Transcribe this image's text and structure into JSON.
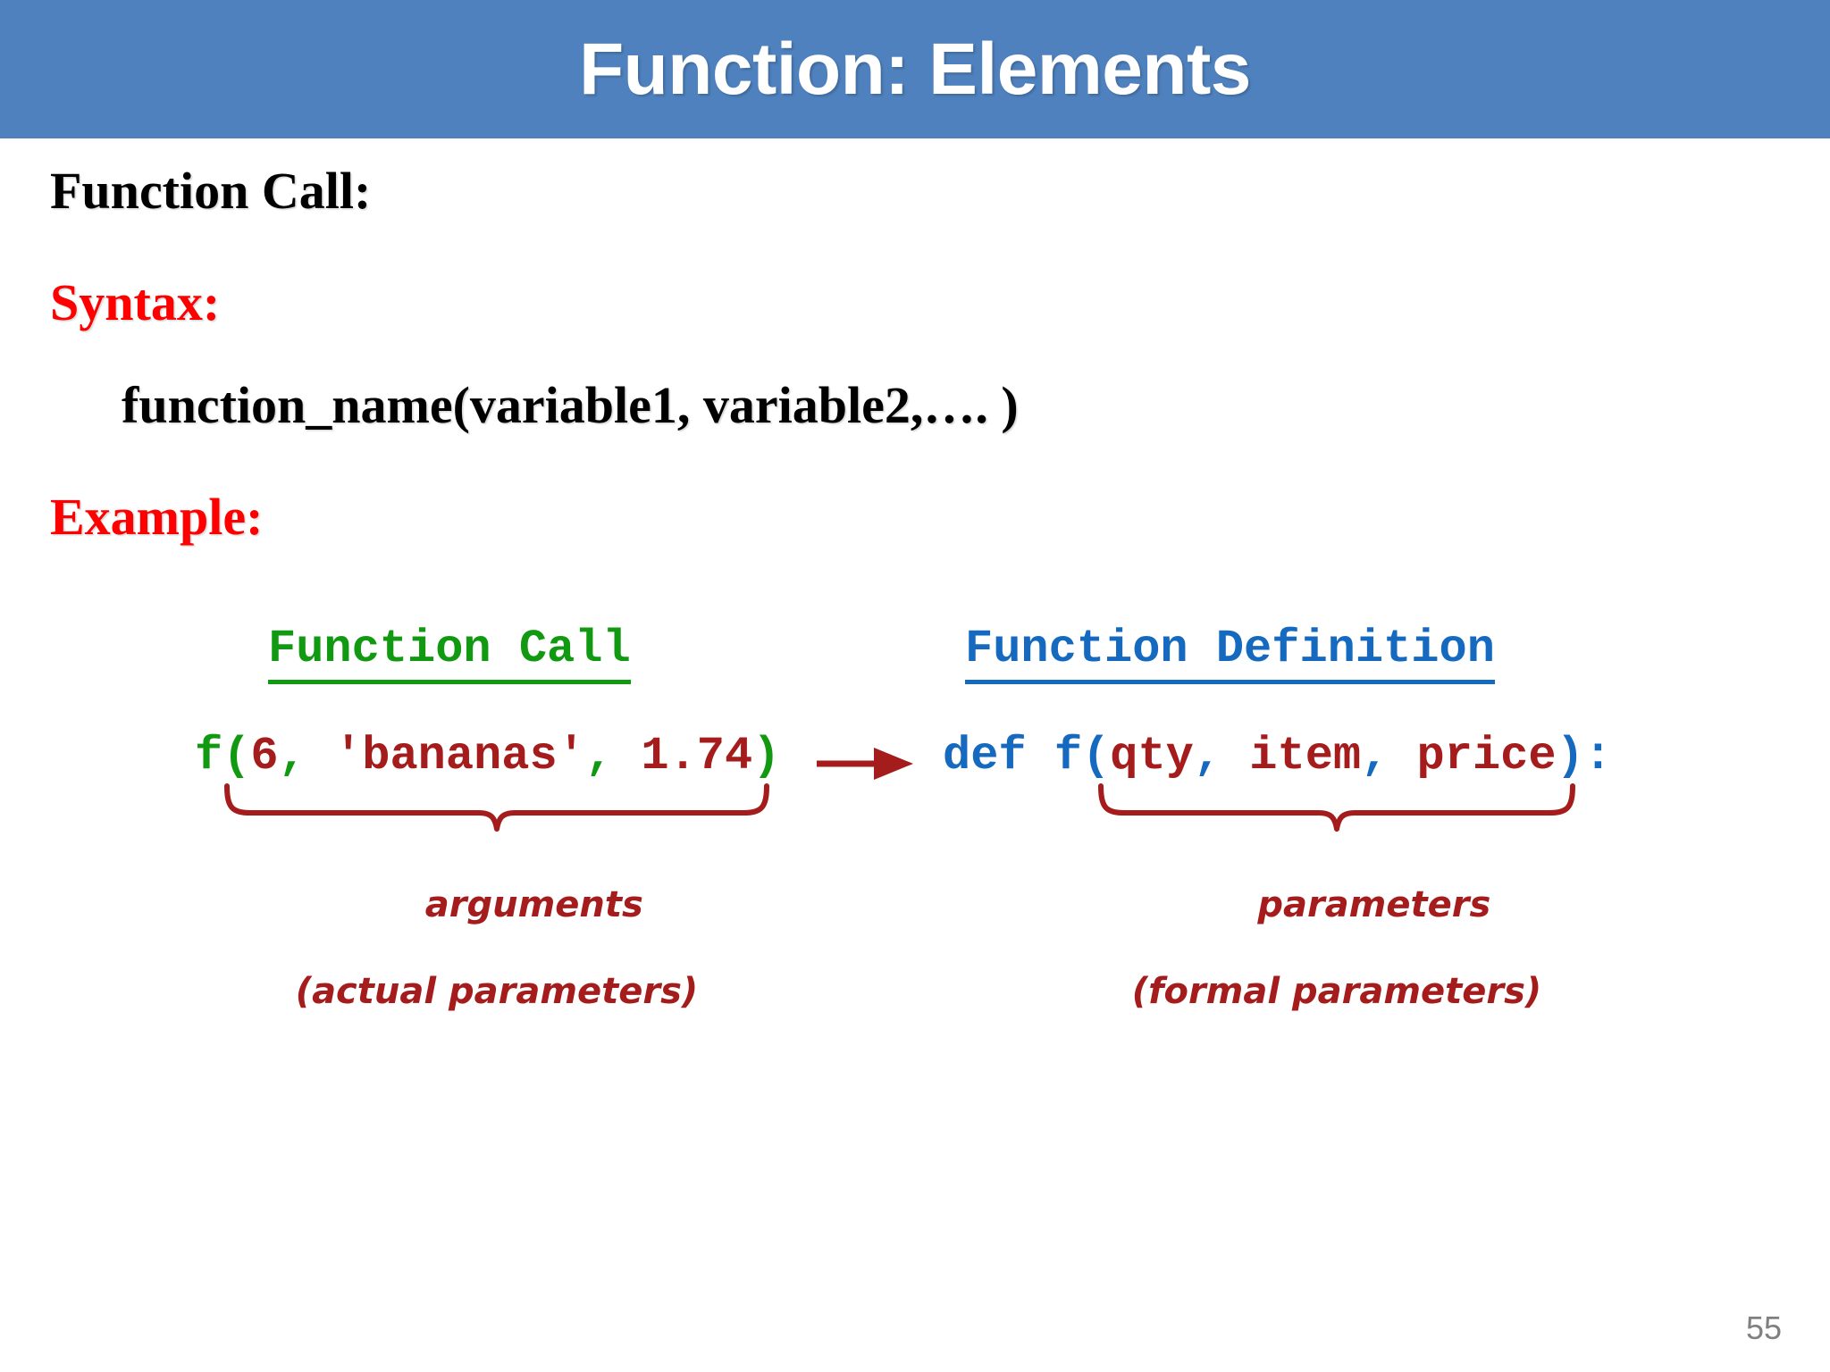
{
  "slide": {
    "title": "Function: Elements",
    "title_bar_color": "#4E81BD",
    "background_color": "#FFFFFF",
    "page_number": "55"
  },
  "body": {
    "heading": "Function Call:",
    "heading_color": "#000000",
    "syntax_label": "Syntax:",
    "syntax_label_color": "#FF0000",
    "syntax_body": "function_name(variable1, variable2,…. )",
    "syntax_body_color": "#000000",
    "example_label": "Example:",
    "example_label_color": "#FF0000"
  },
  "diagram": {
    "call": {
      "heading": "Function Call",
      "heading_color": "#119911",
      "code": {
        "t1": "f(",
        "t2": "6",
        "t3": ", ",
        "t4": "'bananas'",
        "t5": ", ",
        "t6": "1.74",
        "t7": ")"
      },
      "annotation": "arguments",
      "annotation_sub": "(actual parameters)",
      "annotation_color": "#A51C1C"
    },
    "definition": {
      "heading": "Function Definition",
      "heading_color": "#1569BF",
      "code": {
        "t1": "def f(",
        "t2": "qty",
        "t3": ", ",
        "t4": "item",
        "t5": ", ",
        "t6": "price",
        "t7": "):"
      },
      "annotation": "parameters",
      "annotation_sub": "(formal parameters)",
      "annotation_color": "#A51C1C"
    },
    "arrow_color": "#A51C1C",
    "brace_color": "#A51C1C"
  }
}
